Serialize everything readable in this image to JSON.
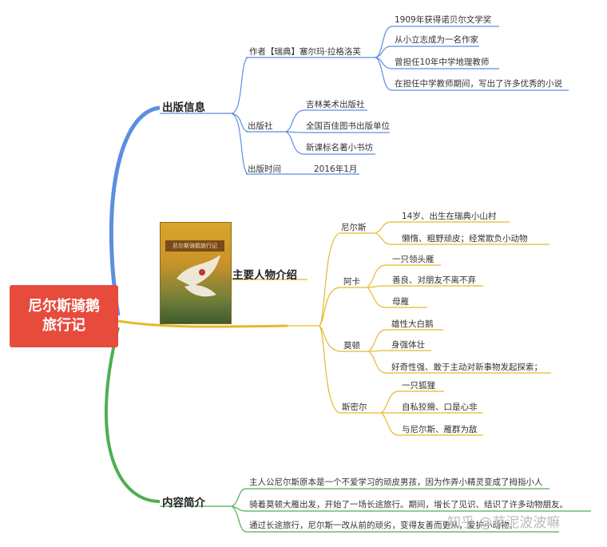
{
  "root": {
    "line1": "尼尔斯骑鹅",
    "line2": "旅行记",
    "color": "#e64b3c"
  },
  "branches": {
    "publish": {
      "label": "出版信息",
      "color": "#5b8fe0",
      "author": {
        "label": "作者【瑞典】塞尔玛·拉格洛芙",
        "items": [
          "1909年获得诺贝尔文学奖",
          "从小立志成为一名作家",
          "曾担任10年中学地理教师",
          "在担任中学教师期间，写出了许多优秀的小说"
        ]
      },
      "publisher": {
        "label": "出版社",
        "items": [
          "吉林美术出版社",
          "全国百佳图书出版单位",
          "新课标名著小书坊"
        ]
      },
      "time": {
        "label": "出版时间",
        "value": "2016年1月"
      }
    },
    "characters": {
      "label": "主要人物介绍",
      "color": "#e5b92b",
      "book_title": "尼尔斯骑鹅旅行记",
      "groups": [
        {
          "name": "尼尔斯",
          "items": [
            "14岁、出生在瑞典小山村",
            "懒惰、粗野顽皮；经常欺负小动物"
          ]
        },
        {
          "name": "阿卡",
          "items": [
            "一只领头雁",
            "善良、对朋友不离不弃",
            "母雁"
          ]
        },
        {
          "name": "莫顿",
          "items": [
            "雄性大白鹅",
            "身强体壮",
            "好奇性强、敢于主动对新事物发起探索；"
          ]
        },
        {
          "name": "斯密尔",
          "items": [
            "一只狐狸",
            "自私狡猾、口是心非",
            "与尼尔斯、雁群为敌"
          ]
        }
      ]
    },
    "summary": {
      "label": "内容简介",
      "color": "#4caf50",
      "lines": [
        "主人公尼尔斯原本是一个不爱学习的顽皮男孩，因为作弄小精灵变成了拇指小人",
        "骑着莫顿大雁出发，开始了一场长途旅行。期间，增长了见识、结识了许多动物朋友。",
        "通过长途旅行，尼尔斯一改从前的顽劣，变得友善而更从，爱护小动物。"
      ]
    }
  },
  "watermark": "知乎 @芋泥波波嘛"
}
